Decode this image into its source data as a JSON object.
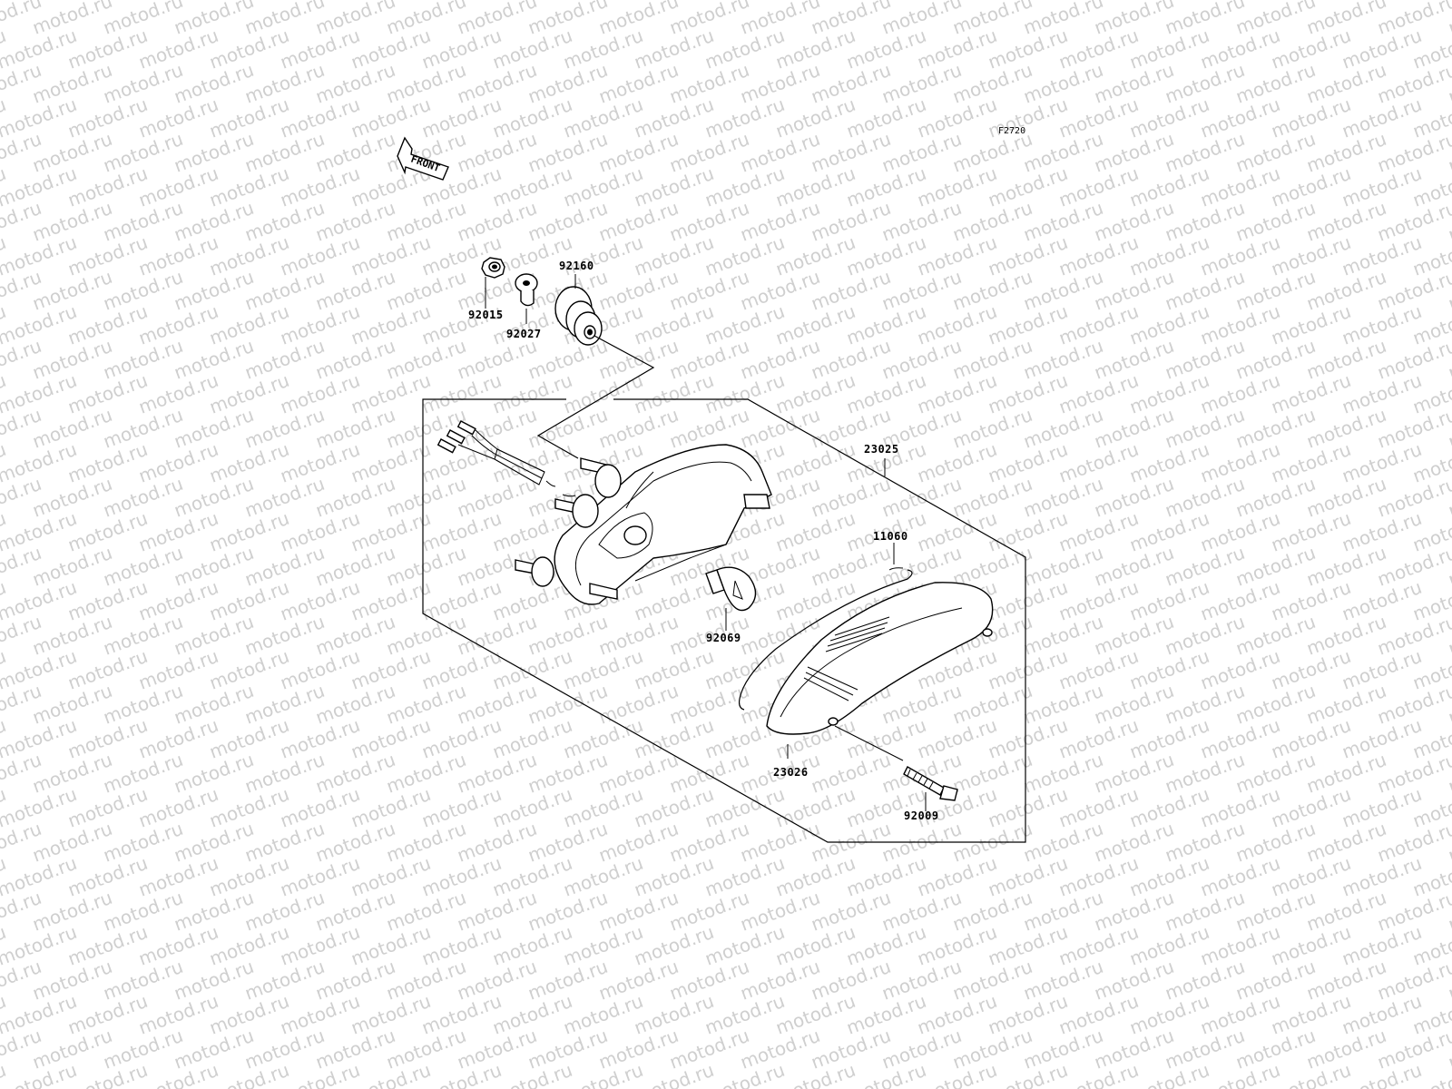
{
  "figure_code": "F2720",
  "front_label": "FRONT",
  "watermark": "motod.ru",
  "parts": [
    {
      "id": "92015"
    },
    {
      "id": "92027"
    },
    {
      "id": "92160"
    },
    {
      "id": "23025"
    },
    {
      "id": "11060"
    },
    {
      "id": "92069"
    },
    {
      "id": "23026"
    },
    {
      "id": "92009"
    }
  ],
  "colors": {
    "line": "#000000",
    "watermark": "#cfcfcf",
    "background": "#ffffff"
  }
}
